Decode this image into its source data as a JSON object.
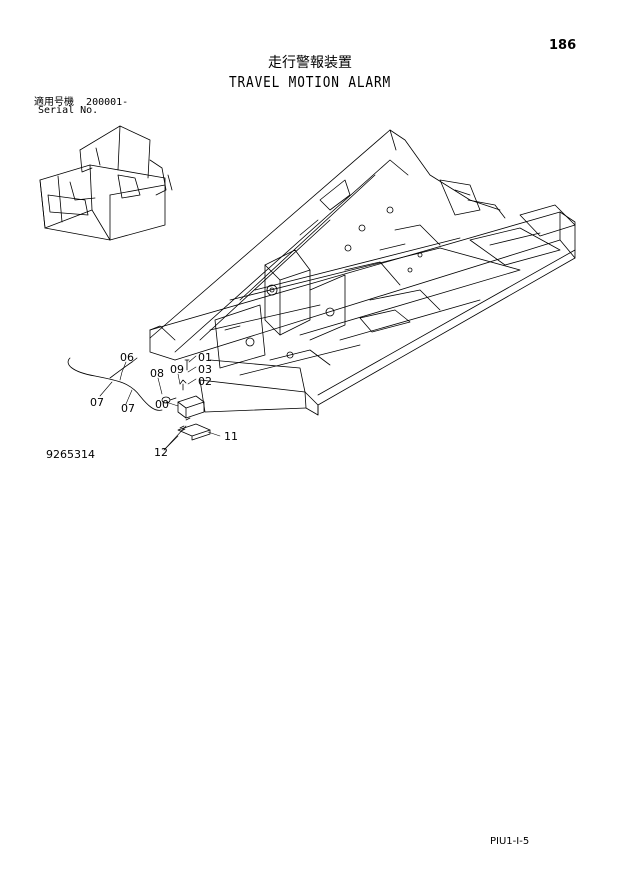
{
  "header": {
    "page_number": "186",
    "title_jp": "走行警報装置",
    "title_en": "TRAVEL MOTION ALARM"
  },
  "serial": {
    "label_jp": "適用号機",
    "range": "200001-",
    "label_en": "Serial No."
  },
  "figure": {
    "number": "9265314",
    "callouts": [
      "06",
      "08",
      "09",
      "01",
      "03",
      "02",
      "07",
      "07",
      "00",
      "11",
      "12"
    ]
  },
  "footer": {
    "code": "PIU1-I-5"
  }
}
